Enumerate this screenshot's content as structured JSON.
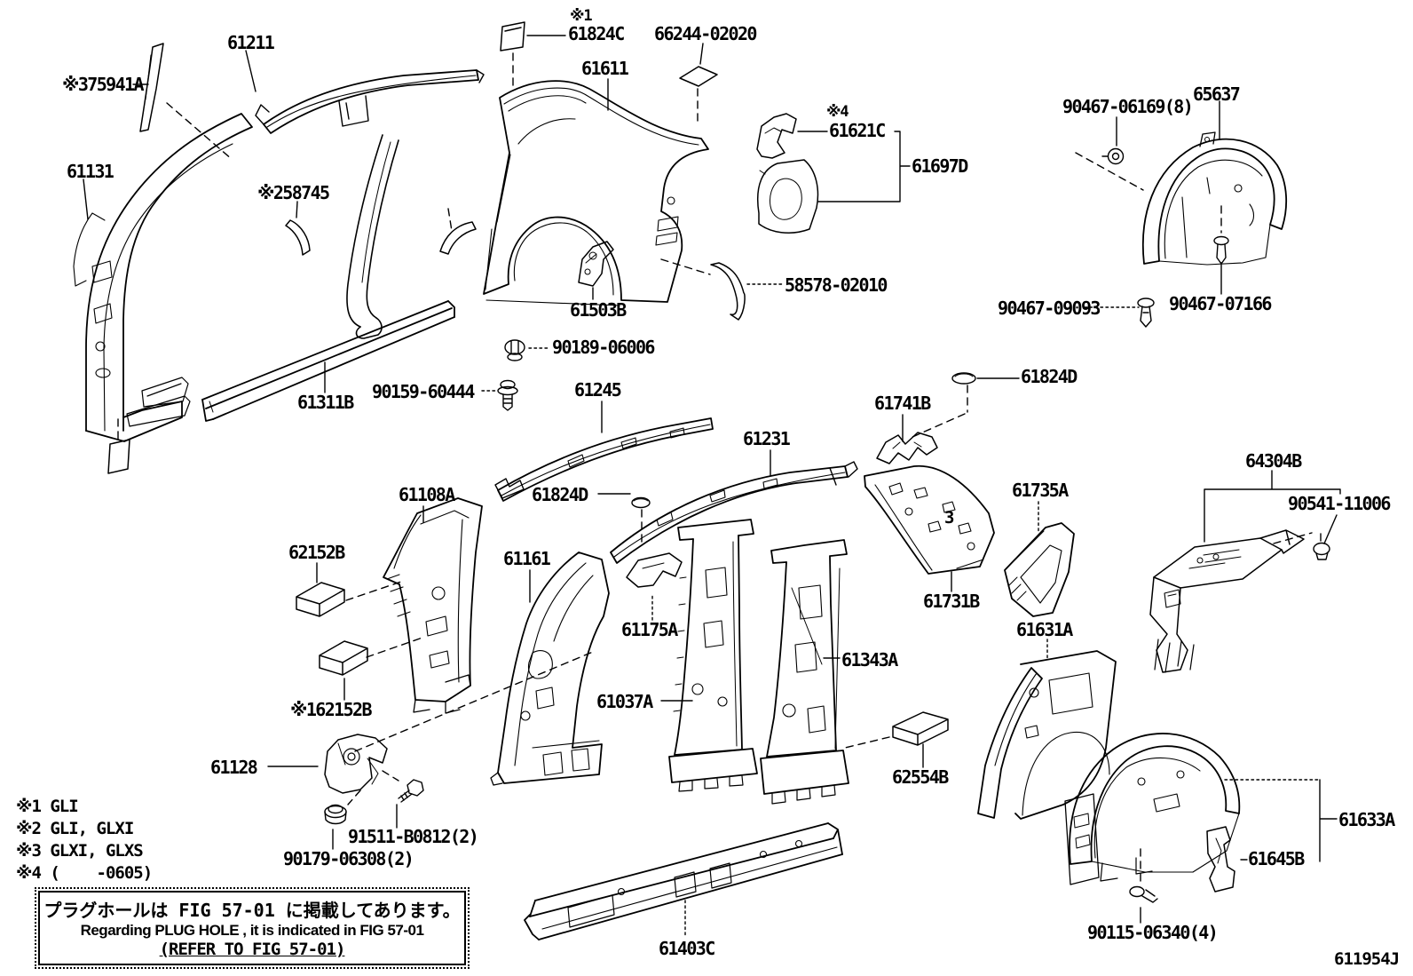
{
  "figure_code": "611954J",
  "labels": [
    {
      "part": "75941A",
      "text": "※375941A"
    },
    {
      "part": "61211",
      "text": "61211"
    },
    {
      "part": "61131",
      "text": "61131"
    },
    {
      "part": "58745",
      "text": "※258745"
    },
    {
      "part": "star-1",
      "text": "※1"
    },
    {
      "part": "61824C",
      "text": "61824C"
    },
    {
      "part": "66244-02020",
      "text": "66244-02020"
    },
    {
      "part": "61611",
      "text": "61611"
    },
    {
      "part": "star-4",
      "text": "※4"
    },
    {
      "part": "61621C",
      "text": "61621C"
    },
    {
      "part": "61697D",
      "text": "61697D"
    },
    {
      "part": "65637",
      "text": "65637"
    },
    {
      "part": "90467-06169",
      "text": "90467-06169(8)"
    },
    {
      "part": "90467-09093",
      "text": "90467-09093"
    },
    {
      "part": "90467-07166",
      "text": "90467-07166"
    },
    {
      "part": "58578-02010",
      "text": "58578-02010"
    },
    {
      "part": "61503B",
      "text": "61503B"
    },
    {
      "part": "90189-06006",
      "text": "90189-06006"
    },
    {
      "part": "90159-60444",
      "text": "90159-60444"
    },
    {
      "part": "61311B",
      "text": "61311B"
    },
    {
      "part": "61245",
      "text": "61245"
    },
    {
      "part": "61824D-right",
      "text": "61824D"
    },
    {
      "part": "61741B",
      "text": "61741B"
    },
    {
      "part": "61231",
      "text": "61231"
    },
    {
      "part": "61108A",
      "text": "61108A"
    },
    {
      "part": "61824D-center",
      "text": "61824D"
    },
    {
      "part": "61735A",
      "text": "61735A"
    },
    {
      "part": "64304B",
      "text": "64304B"
    },
    {
      "part": "90541-11006",
      "text": "90541-11006"
    },
    {
      "part": "62152B",
      "text": "62152B"
    },
    {
      "part": "61161",
      "text": "61161"
    },
    {
      "part": "61731B",
      "text": "61731B"
    },
    {
      "part": "61175A",
      "text": "61175A"
    },
    {
      "part": "61631A",
      "text": "61631A"
    },
    {
      "part": "61343A",
      "text": "61343A"
    },
    {
      "part": "61037A",
      "text": "61037A"
    },
    {
      "part": "62152B-star",
      "text": "※162152B"
    },
    {
      "part": "62554B",
      "text": "62554B"
    },
    {
      "part": "61128",
      "text": "61128"
    },
    {
      "part": "91511-B0812",
      "text": "91511-B0812(2)"
    },
    {
      "part": "90179-06308",
      "text": "90179-06308(2)"
    },
    {
      "part": "61633A",
      "text": "61633A"
    },
    {
      "part": "61645B",
      "text": "61645B"
    },
    {
      "part": "90115-06340",
      "text": "90115-06340(4)"
    },
    {
      "part": "61403C",
      "text": "61403C"
    },
    {
      "part": "variant-mark",
      "text": "3"
    }
  ],
  "legend": {
    "items": [
      {
        "text": "※1 GLI"
      },
      {
        "text": "※2 GLI, GLXI"
      },
      {
        "text": "※3 GLXI, GLXS"
      },
      {
        "text": "※4 (    -0605)"
      }
    ]
  },
  "note": {
    "line_jp": "プラグホールは FIG 57-01 に掲載してあります。",
    "line_en": "Regarding  PLUG  HOLE , it is indicated in  FIG  57-01",
    "line_ref": "(REFER TO FIG 57-01)"
  }
}
